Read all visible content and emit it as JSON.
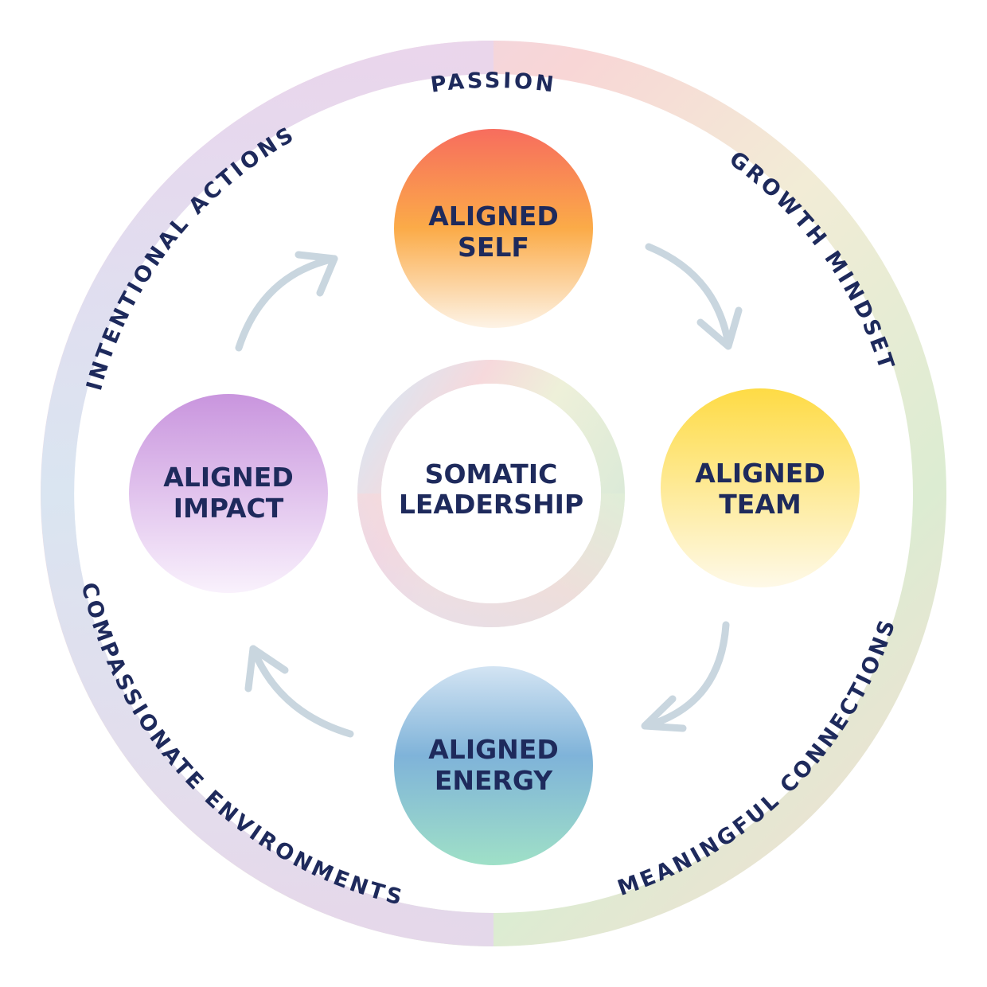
{
  "center": {
    "line1": "SOMATIC",
    "line2": "LEADERSHIP"
  },
  "nodes": {
    "self": {
      "line1": "ALIGNED",
      "line2": "SELF"
    },
    "team": {
      "line1": "ALIGNED",
      "line2": "TEAM"
    },
    "energy": {
      "line1": "ALIGNED",
      "line2": "ENERGY"
    },
    "impact": {
      "line1": "ALIGNED",
      "line2": "IMPACT"
    }
  },
  "ring_labels": {
    "passion": "PASSION",
    "growth_mindset": "GROWTH MINDSET",
    "meaningful_connections": "MEANINGFUL CONNECTIONS",
    "compassionate_environments": "COMPASSIONATE ENVIRONMENTS",
    "intentional_actions": "INTENTIONAL ACTIONS"
  },
  "colors": {
    "text": "#1e2a5c",
    "arrow": "#c9d6df",
    "self": [
      "#f76d5e",
      "#fbab48",
      "#fdf3e6"
    ],
    "team": [
      "#fedb45",
      "#fef9e8"
    ],
    "energy": [
      "#c5dbef",
      "#7fb3d9",
      "#9fe0c7"
    ],
    "impact": [
      "#c995de",
      "#f7eefb"
    ]
  }
}
